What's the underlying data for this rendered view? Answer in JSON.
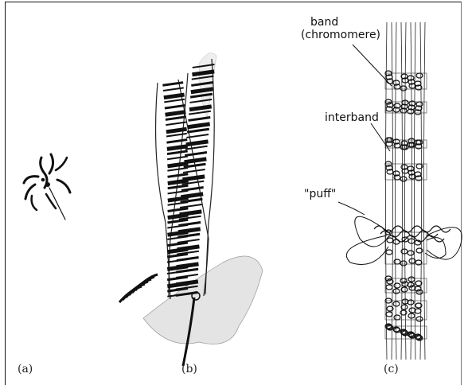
{
  "labels": {
    "band_line1": "band",
    "band_line2": "(chromomere)",
    "interband": "interband",
    "puff": "\"puff\""
  },
  "panels": {
    "a": "(a)",
    "b": "(b)",
    "c": "(c)"
  }
}
